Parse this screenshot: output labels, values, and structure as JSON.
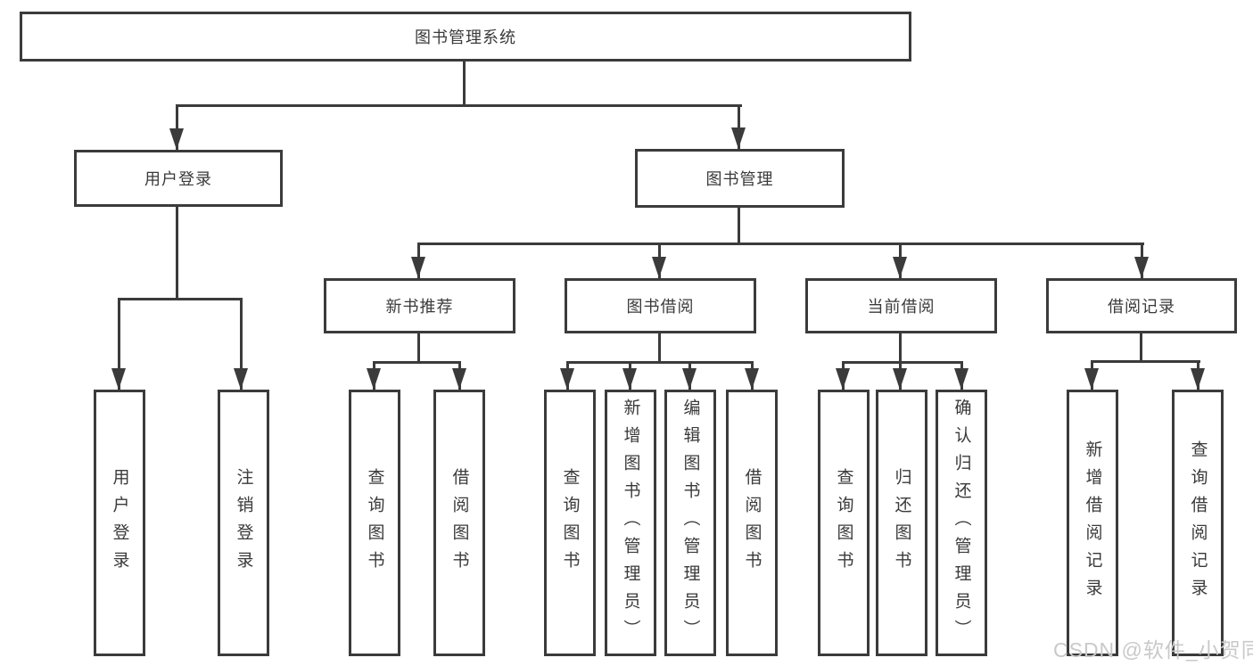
{
  "diagram": {
    "root": {
      "label": "图书管理系统"
    },
    "level2": {
      "user_login": {
        "label": "用户登录"
      },
      "book_management": {
        "label": "图书管理"
      }
    },
    "level3": {
      "new_book_recommend": {
        "label": "新书推荐"
      },
      "book_borrowing": {
        "label": "图书借阅"
      },
      "current_borrowing": {
        "label": "当前借阅"
      },
      "borrowing_records": {
        "label": "借阅记录"
      }
    },
    "leaves": {
      "user_login_group": [
        "用户登录",
        "注销登录"
      ],
      "new_book_group": [
        "查询图书",
        "借阅图书"
      ],
      "book_borrowing_group": [
        "查询图书",
        "新增图书（管理员）",
        "编辑图书（管理员）",
        "借阅图书"
      ],
      "current_borrowing_group": [
        "查询图书",
        "归还图书",
        "确认归还（管理员）"
      ],
      "borrowing_records_group": [
        "新增借阅记录",
        "查询借阅记录"
      ]
    }
  },
  "watermark": {
    "text": "CSDN @软件_小贺同学"
  },
  "colors": {
    "line": "#3b3b3b",
    "text": "#3a3a3a",
    "watermark": "#c9c9c9",
    "background": "#ffffff"
  }
}
